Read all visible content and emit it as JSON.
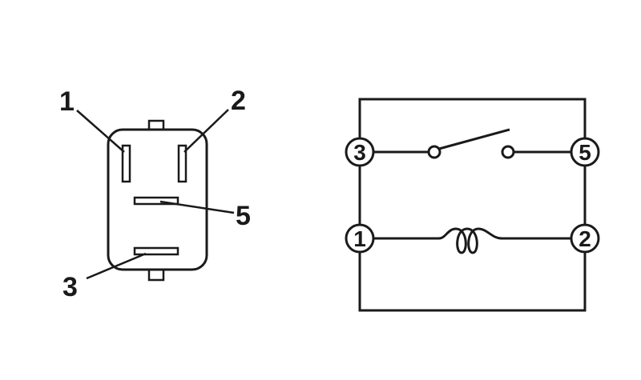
{
  "connector": {
    "pins": [
      {
        "id": "pin1",
        "label": "1"
      },
      {
        "id": "pin2",
        "label": "2"
      },
      {
        "id": "pin5",
        "label": "5"
      },
      {
        "id": "pin3",
        "label": "3"
      }
    ]
  },
  "schematic": {
    "terminals": [
      {
        "id": "t3",
        "label": "3"
      },
      {
        "id": "t5",
        "label": "5"
      },
      {
        "id": "t1",
        "label": "1"
      },
      {
        "id": "t2",
        "label": "2"
      }
    ],
    "components": [
      "switch",
      "coil"
    ]
  },
  "colors": {
    "ink": "#1a1a1a",
    "background": "#ffffff"
  }
}
